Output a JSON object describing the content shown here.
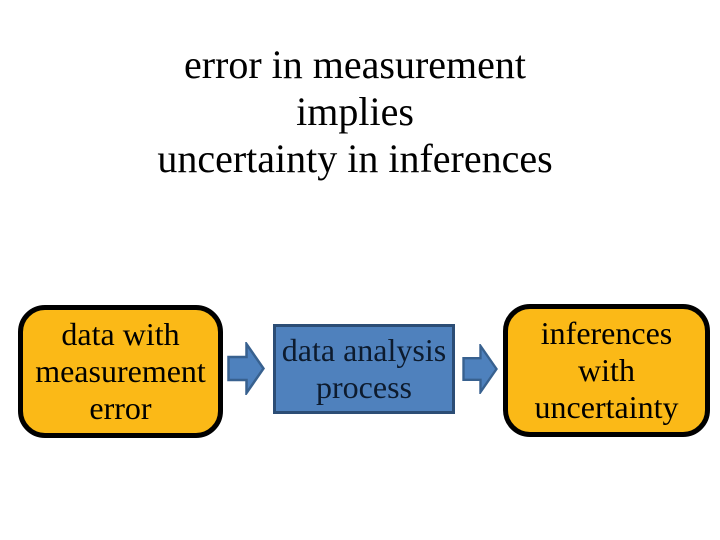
{
  "slide": {
    "background_color": "#ffffff",
    "title": {
      "lines": {
        "0": "error in measurement",
        "1": "implies",
        "2": "uncertainty in inferences"
      },
      "text_color": "#000000"
    },
    "flow": {
      "boxes": {
        "source": {
          "lines": {
            "0": "data with",
            "1": "measurement",
            "2": "error"
          },
          "fill_color": "#FBB917",
          "border_color": "#000000",
          "shape": "rounded-rectangle"
        },
        "process": {
          "lines": {
            "0": "data analysis",
            "1": "process"
          },
          "fill_color": "#4F81BD",
          "border_color": "#2C4D75",
          "shape": "rectangle"
        },
        "result": {
          "lines": {
            "0": "inferences",
            "1": "with",
            "2": "uncertainty"
          },
          "fill_color": "#FBB917",
          "border_color": "#000000",
          "shape": "rounded-rectangle"
        }
      },
      "arrows": {
        "fill_color": "#4E81BD",
        "border_color": "#38618F",
        "direction": "right"
      }
    }
  }
}
